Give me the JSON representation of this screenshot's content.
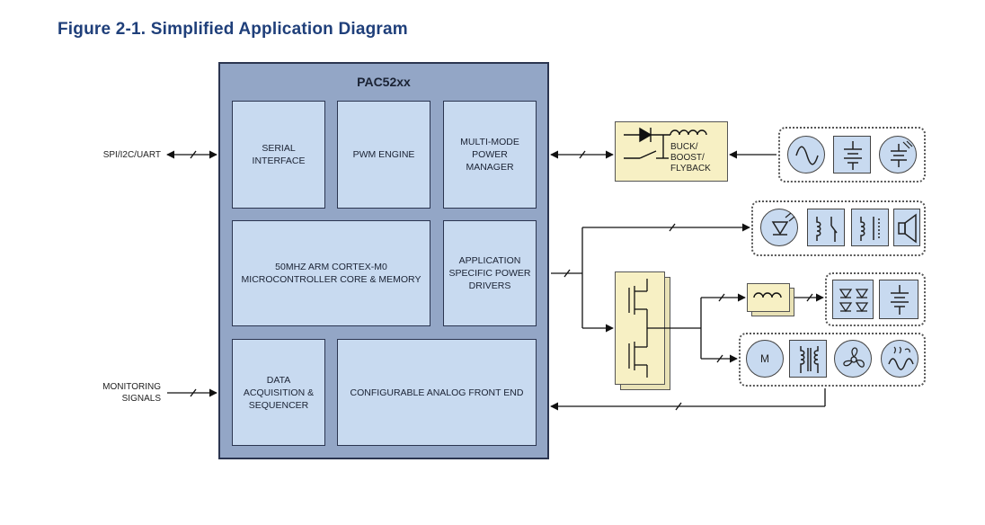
{
  "figure_title": "Figure 2-1. Simplified Application Diagram",
  "chip": {
    "name": "PAC52xx",
    "blocks": {
      "serial": "SERIAL INTERFACE",
      "pwm": "PWM ENGINE",
      "power_manager": "MULTI-MODE POWER MANAGER",
      "mcu": "50MHz ARM CORTEX-M0 MICROCONTROLLER CORE & MEMORY",
      "drivers": "APPLICATION SPECIFIC POWER DRIVERS",
      "daq": "DATA ACQUISITION & SEQUENCER",
      "afe": "CONFIGURABLE ANALOG FRONT END"
    }
  },
  "external_labels": {
    "spi": "SPI/I2C/UART",
    "monitoring": "MONITORING SIGNALS"
  },
  "converter": {
    "label": "BUCK/ BOOST/ FLYBACK"
  },
  "icon_groups": {
    "power_sources": [
      "ac-sine-icon",
      "battery-icon",
      "solar-cell-icon"
    ],
    "loads_top": [
      "led-icon",
      "relay-icon",
      "solenoid-icon",
      "speaker-icon"
    ],
    "loads_inductor": [
      "led-array-icon",
      "battery-icon"
    ],
    "motor_loads": [
      "motor-icon",
      "transformer-icon",
      "fan-icon",
      "heater-icon"
    ]
  },
  "motor_letter": "M",
  "colors": {
    "title": "#1f3f7a",
    "chip": "#93a6c6",
    "block": "#c8daf0",
    "driver": "#f7f0c4"
  }
}
